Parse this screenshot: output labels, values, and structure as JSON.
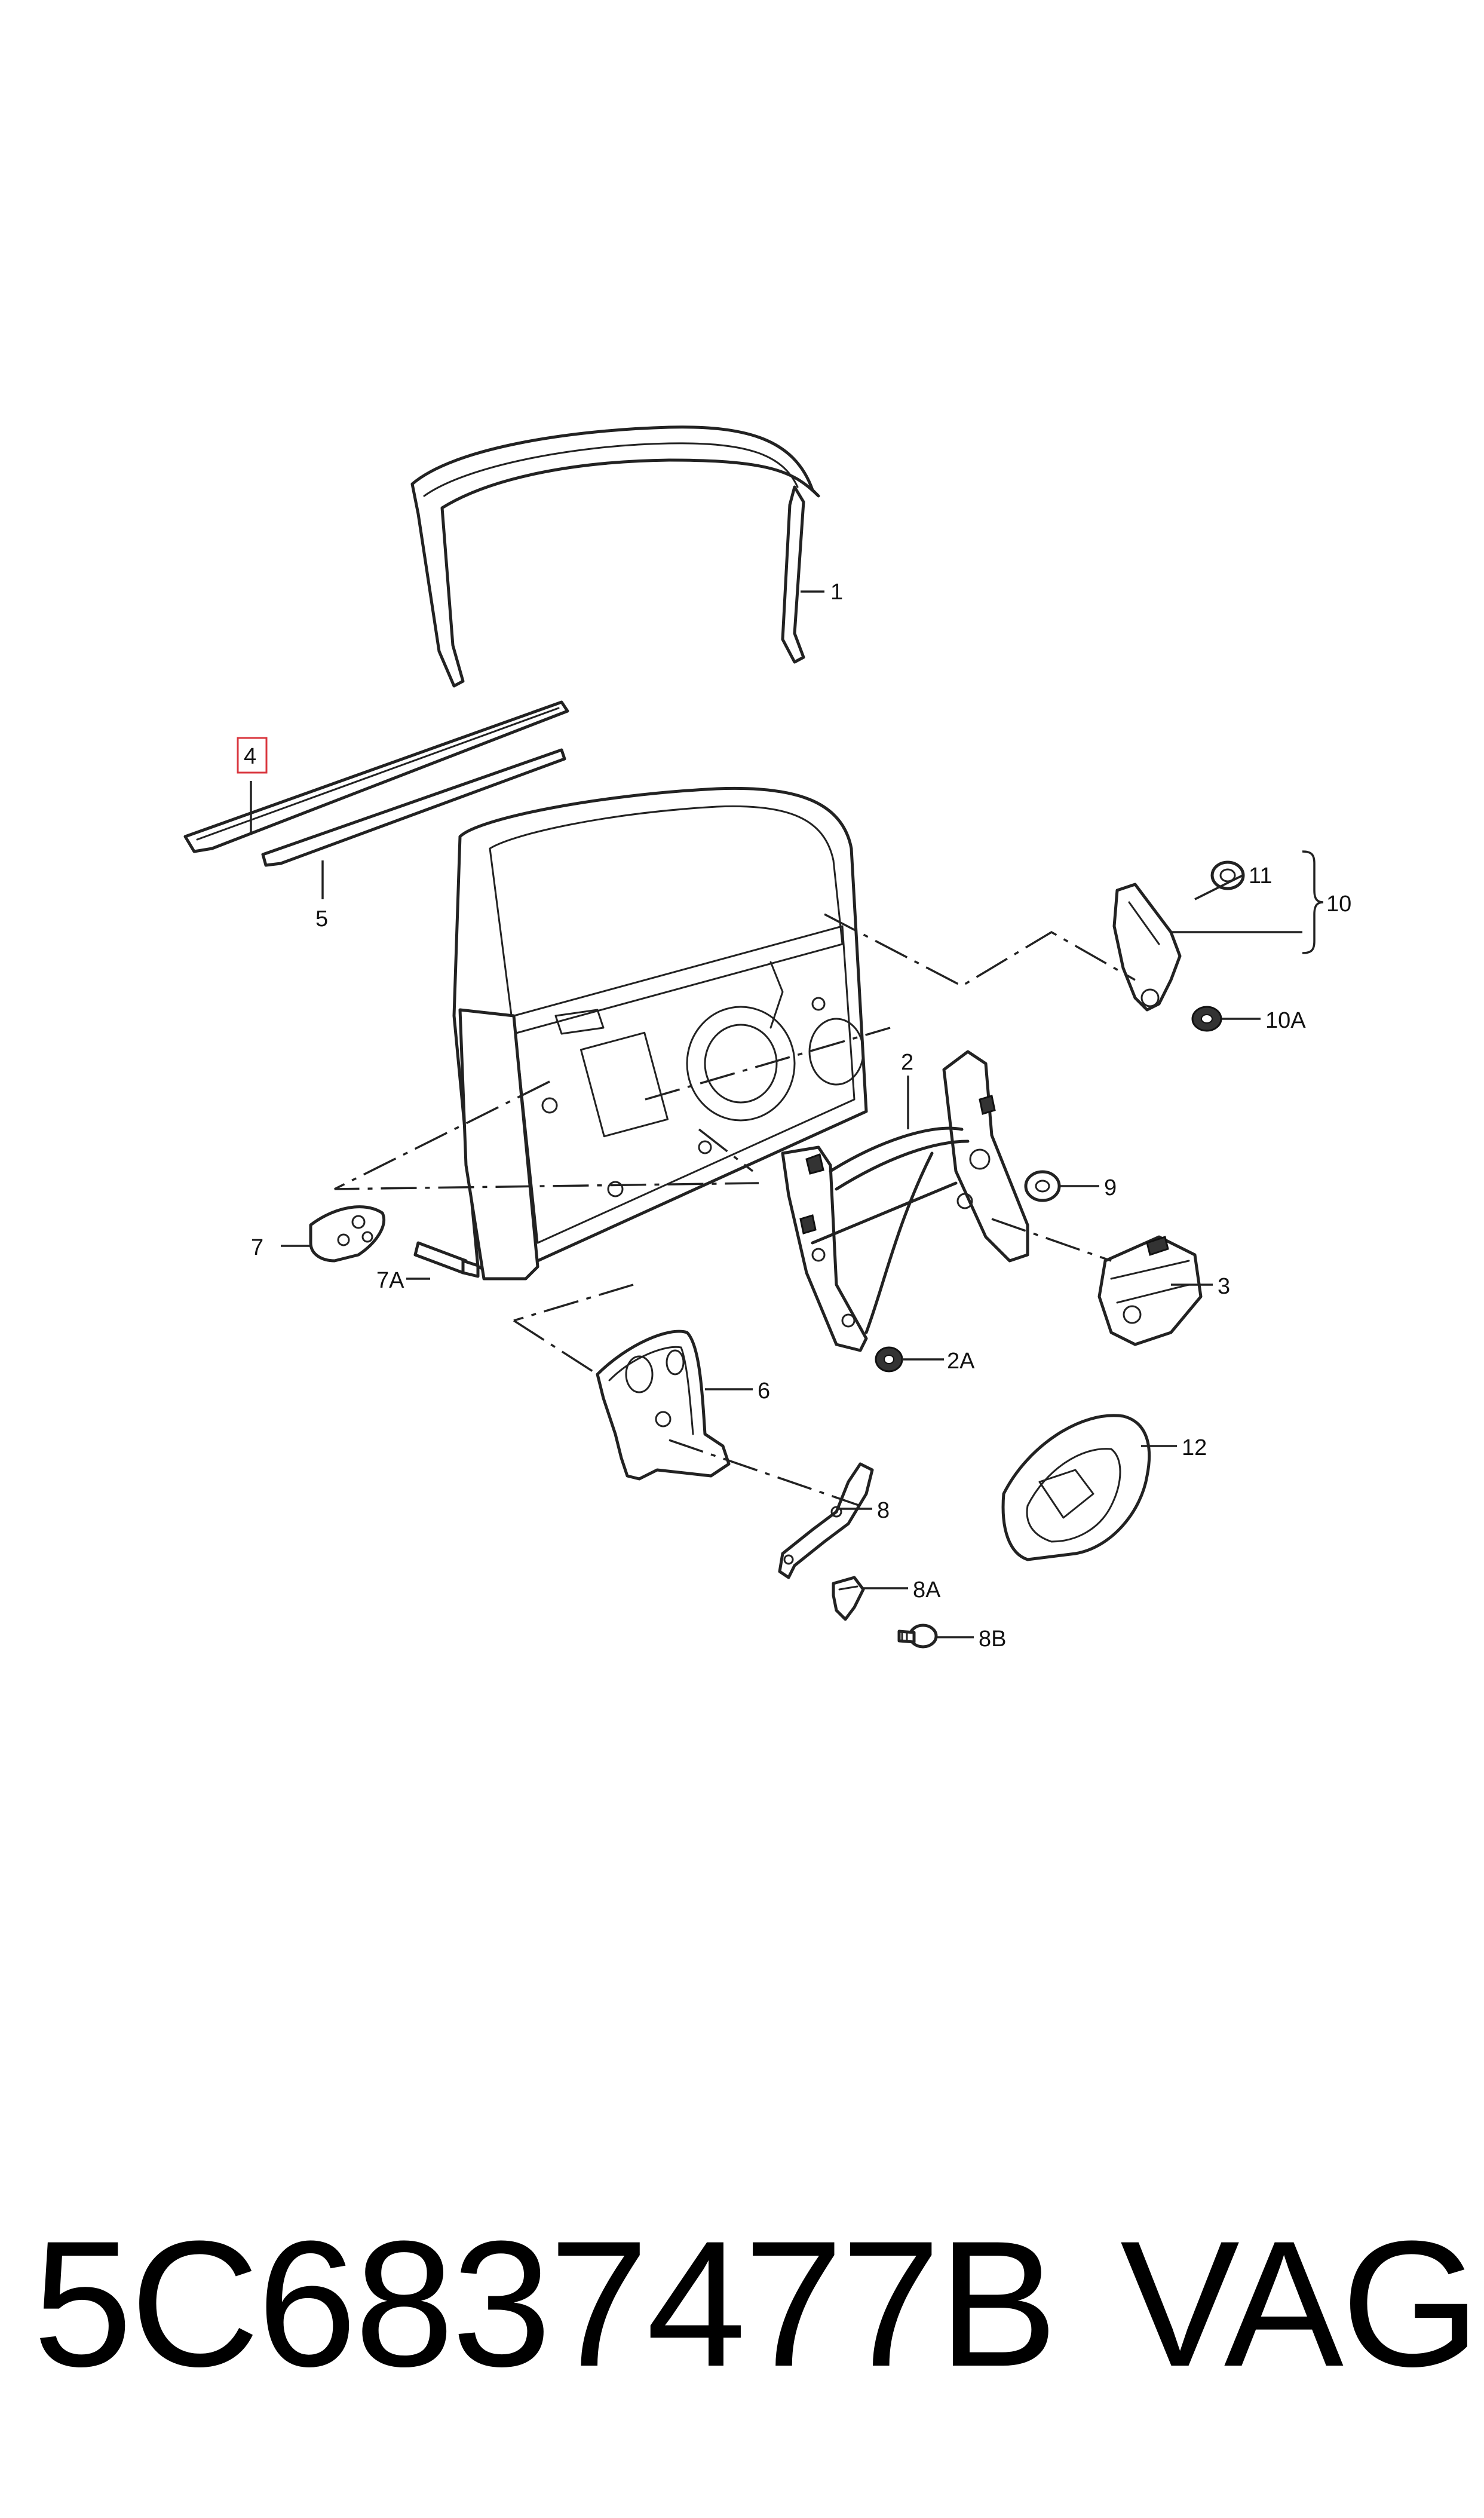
{
  "callouts": [
    {
      "id": "1",
      "label": "1"
    },
    {
      "id": "2",
      "label": "2"
    },
    {
      "id": "2A",
      "label": "2A"
    },
    {
      "id": "3",
      "label": "3"
    },
    {
      "id": "4",
      "label": "4",
      "highlighted": true
    },
    {
      "id": "5",
      "label": "5"
    },
    {
      "id": "6",
      "label": "6"
    },
    {
      "id": "7",
      "label": "7"
    },
    {
      "id": "7A",
      "label": "7A"
    },
    {
      "id": "8",
      "label": "8"
    },
    {
      "id": "8A",
      "label": "8A"
    },
    {
      "id": "8B",
      "label": "8B"
    },
    {
      "id": "9",
      "label": "9"
    },
    {
      "id": "10",
      "label": "10"
    },
    {
      "id": "10A",
      "label": "10A"
    },
    {
      "id": "11",
      "label": "11"
    },
    {
      "id": "12",
      "label": "12"
    }
  ],
  "footer": {
    "part_number": "5C6837477B",
    "brand": "VAG"
  },
  "colors": {
    "line": "#222222",
    "highlight": "#d9363e",
    "background": "#ffffff"
  }
}
